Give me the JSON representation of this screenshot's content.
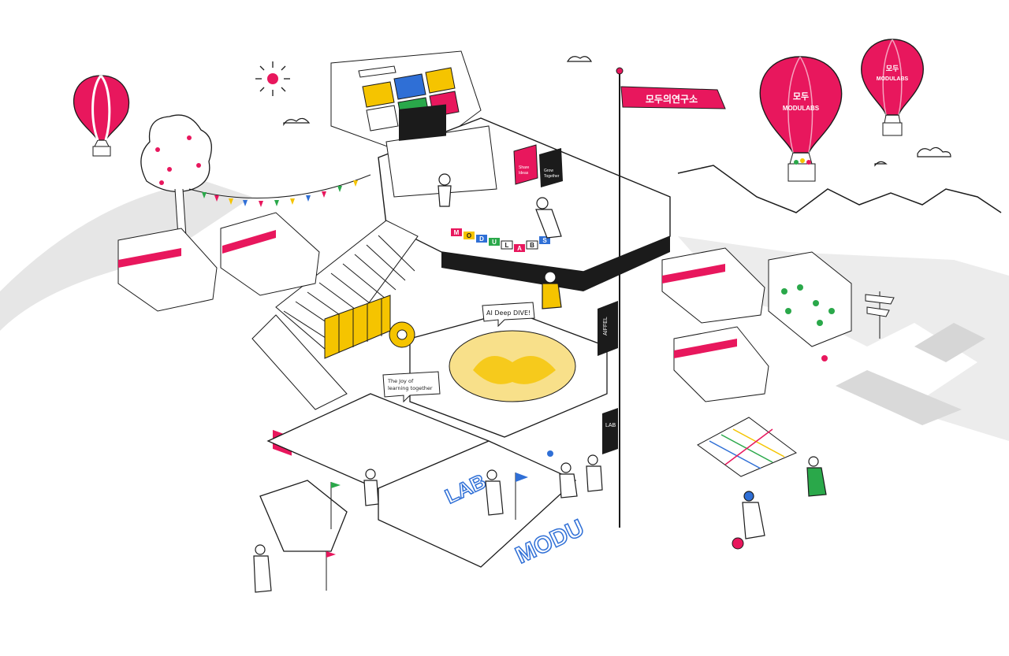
{
  "flag": {
    "text": "모두의연구소"
  },
  "balloons": [
    {
      "text": "MODULABS",
      "mark": "모두"
    },
    {
      "text": "MODULABS",
      "mark": "모두"
    }
  ],
  "speech": {
    "deep_dive": "AI Deep DIVE!",
    "joy_line1": "The Joy of",
    "joy_line2": "learning together"
  },
  "signs": {
    "aiffel": "AIFFEL",
    "lab": "LAB"
  },
  "posters": {
    "share_line1": "Share",
    "share_line2": "Ideas",
    "grow_line1": "Grow",
    "grow_line2": "Together"
  },
  "floor_words": {
    "lab": "LAB",
    "modu": "MODU"
  },
  "blocks": [
    "M",
    "O",
    "D",
    "U",
    "L",
    "A",
    "B",
    "S"
  ],
  "colors": {
    "brand": "#e8175d",
    "yellow": "#f5c400",
    "blue": "#2f6fd6",
    "green": "#2aa84a",
    "ink": "#1b1b1b"
  }
}
